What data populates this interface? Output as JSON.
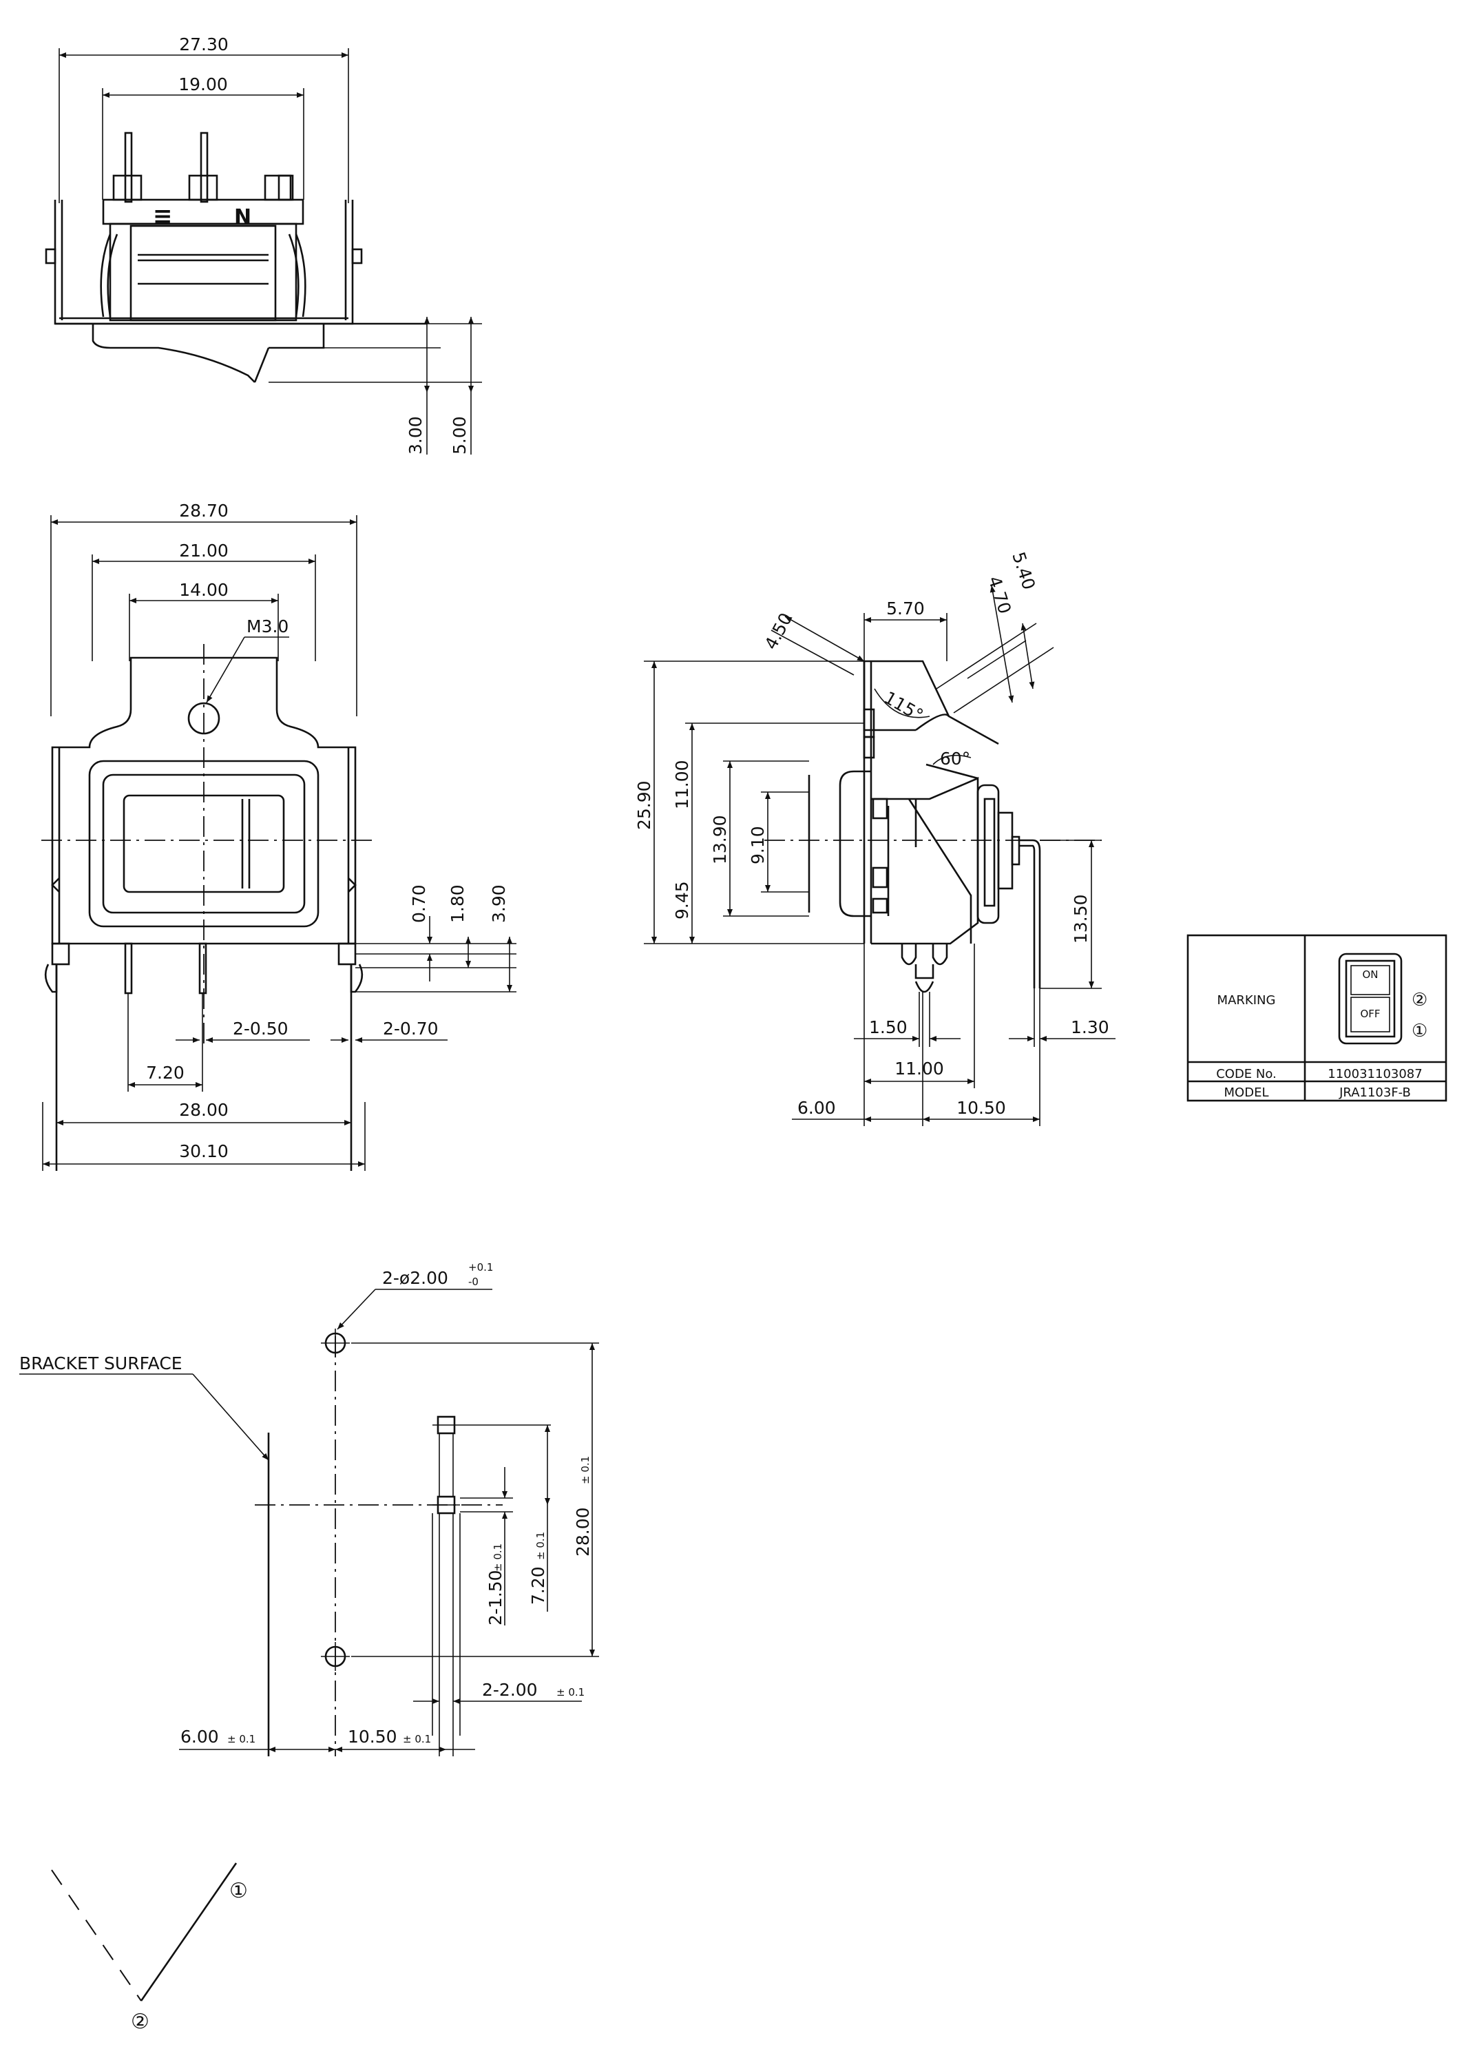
{
  "top_view": {
    "d_overall": "27.30",
    "d_inner": "19.00",
    "d_rocker_3": "3.00",
    "d_rocker_5": "5.00"
  },
  "front_view": {
    "d_28_70": "28.70",
    "d_21_00": "21.00",
    "d_14_00": "14.00",
    "thread": "M3.0",
    "d_0_70": "0.70",
    "d_1_80": "1.80",
    "d_3_90": "3.90",
    "d_pin_w1": "2-0.50",
    "d_pin_w2": "2-0.70",
    "d_7_20": "7.20",
    "d_28_00": "28.00",
    "d_30_10": "30.10"
  },
  "side_view": {
    "d_5_70": "5.70",
    "d_4_50": "4.50",
    "d_4_70": "4.70",
    "d_5_40": "5.40",
    "angle_115": "115°",
    "angle_60": "60°",
    "d_25_90": "25.90",
    "d_11_00_v": "11.00",
    "d_13_90": "13.90",
    "d_9_10": "9.10",
    "d_9_45": "9.45",
    "d_13_50": "13.50",
    "d_1_50": "1.50",
    "d_11_00_h": "11.00",
    "d_1_30": "1.30",
    "d_6_00": "6.00",
    "d_10_50": "10.50"
  },
  "marking_table": {
    "marking_label": "MARKING",
    "on_text": "ON",
    "off_text": "OFF",
    "circle_2": "②",
    "circle_1": "①",
    "code_label": "CODE No.",
    "code_value": "110031103087",
    "model_label": "MODEL",
    "model_value": "JRA1103F-B"
  },
  "pcb_layout": {
    "hole_base": "2-ø2.00",
    "tol_plus": "+0.1",
    "tol_minus": "-0",
    "bracket_label": "BRACKET SURFACE",
    "d_28_00": "28.00",
    "d_7_20": "7.20",
    "d_1_50": "2-1.50",
    "d_2_00": "2-2.00",
    "d_6_00": "6.00",
    "d_10_50": "10.50",
    "tol": "± 0.1"
  },
  "terminal_diagram": {
    "t1": "①",
    "t2": "②"
  }
}
